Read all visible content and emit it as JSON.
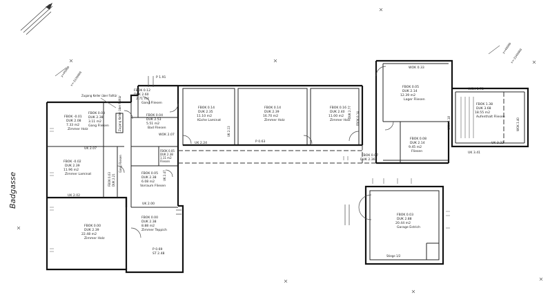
{
  "street_name": "Badgasse",
  "coordinates": {
    "west_y": "y=45000",
    "west_x": "x=-2230000",
    "east_y": "y=46000",
    "east_x": "x=-2240000"
  },
  "note": "Zugang Keller über Falltür",
  "rooms": [
    {
      "name": "Zimmer Holz",
      "fbok": "FBOK -0.01",
      "duk": "DUK 2.08",
      "area": "7.33 m2"
    },
    {
      "name": "Gang Fliesen",
      "fbok": "FBOK 0.03",
      "duk": "DUK 2.38",
      "area": "3.11 m2"
    },
    {
      "name": "Gang Fliesen",
      "fbok": "FBOK 0.12",
      "duk": "DUK 2.60",
      "area": "2.71 m2"
    },
    {
      "name": "Bad Fliesen",
      "fbok": "FBOK 0.04",
      "duk": "DUK 2.53",
      "area": "5.51 m2"
    },
    {
      "name": "Küche Laminat",
      "fbok": "FBOK 0.14",
      "duk": "DUK 2.35",
      "area": "11.10 m2"
    },
    {
      "name": "Zimmer Holz",
      "fbok": "FBOK 0.14",
      "duk": "DUK 2.39",
      "area": "16.70 m2"
    },
    {
      "name": "Zimmer Holz",
      "fbok": "FBOK 0.16",
      "duk": "DUK 2.40",
      "area": "11.00 m2"
    },
    {
      "name": "Zimmer Laminat",
      "fbok": "FBOK -0.02",
      "duk": "DUK 2.39",
      "area": "11.96 m2"
    },
    {
      "name": "Gang Fliesen",
      "fbok": "FBOK 0.03",
      "duk": "DUK 2.21",
      "area": ""
    },
    {
      "name": "Vorraum Fliesen",
      "fbok": "FBOK 0.05",
      "duk": "DUK 2.38",
      "area": "6.08 m2"
    },
    {
      "name": "Fliesen",
      "fbok": "FBOK 0.05",
      "duk": "DUK 2.38",
      "area": "1.11 m2"
    },
    {
      "name": "Zimmer Holz",
      "fbok": "FBOK 0.00",
      "duk": "DUK 2.39",
      "area": "22.48 m2"
    },
    {
      "name": "Zimmer Teppich",
      "fbok": "FBOK 0.00",
      "duk": "DUK 2.38",
      "area": "8.88 m2"
    },
    {
      "name": "Lager Fliesen",
      "fbok": "FBOK 0.05",
      "duk": "DUK 2.14",
      "area": "12.39 m2"
    },
    {
      "name": "Fliesen",
      "fbok": "FBOK 0.08",
      "duk": "DUK 2.14",
      "area": "9.45 m2"
    },
    {
      "name": "Aufenthalt Fliesen",
      "fbok": "FBOK 1.38",
      "duk": "DUK 3.68",
      "area": "18.55 m2"
    },
    {
      "name": "Garage Estrich",
      "fbok": "FBOK 0.03",
      "duk": "DUK 2.88",
      "area": "20.44 m2"
    }
  ],
  "heights": {
    "wok_033": "WOK 0.33",
    "wok_178": "WOK 1.78",
    "wok_207": "WOK 2.07",
    "wok_318": "WOK 3.18",
    "wok_340": "WOK 3.40",
    "uk_341": "UK 3.41",
    "uk_322": "UK 3.22",
    "uk_207": "UK 2.07",
    "uk_202": "UK 2.02",
    "uk_224": "UK 2.24",
    "uk_213": "UK 2.13",
    "uk_247": "UK 2.47",
    "uk_200": "UK 2.00",
    "duk_277": "DUK 2.77",
    "duk_236": "DUK 2.36",
    "fbok_007": "FBOK 0.07",
    "fbok_014": "FBOK 0.14",
    "p_191": "P 1.91",
    "p_063": "P 0.63",
    "p_069": "P 0.69",
    "st_248": "ST 2.48",
    "stiege": "Stiege 1/2"
  }
}
